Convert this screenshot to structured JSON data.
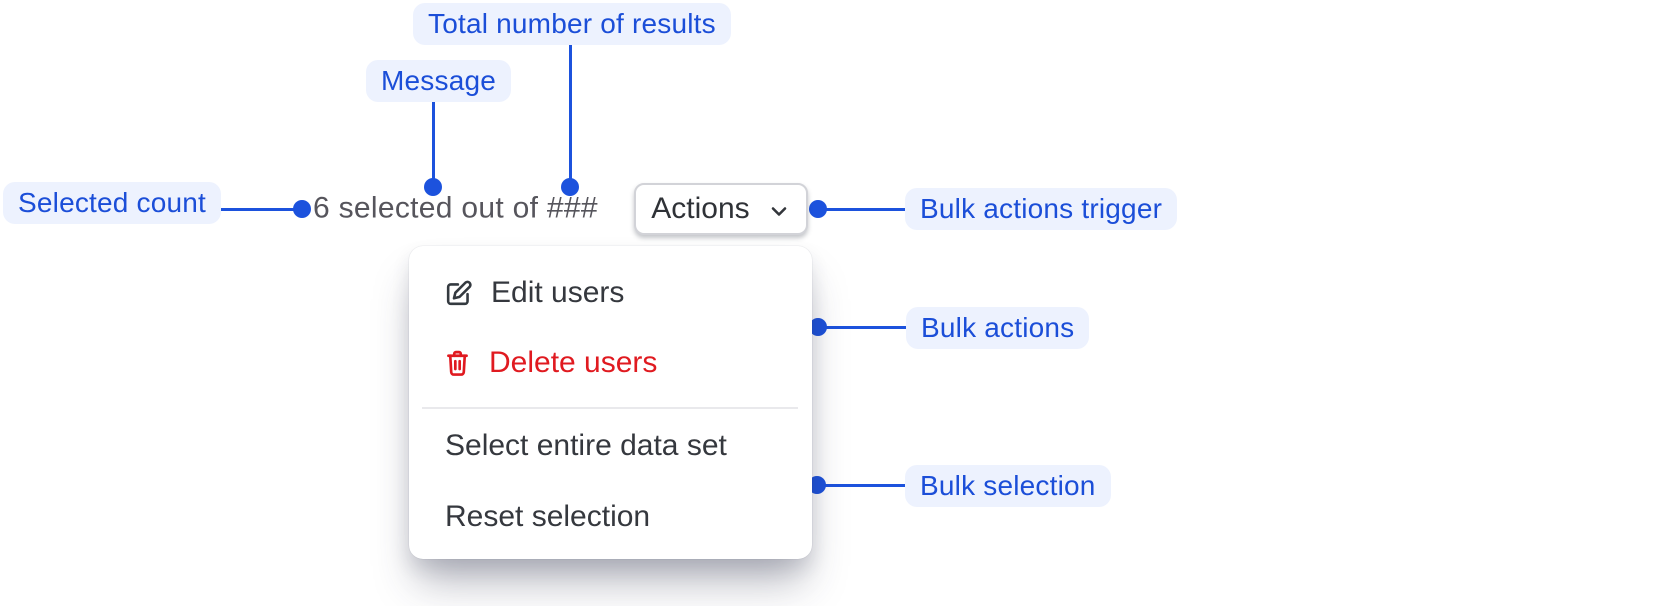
{
  "colors": {
    "annotation_bg": "#edf2fe",
    "annotation_text": "#1b4ed8",
    "connector_blue": "#1c52dd",
    "danger_red": "#e01a20",
    "menu_text": "#35383e",
    "message_text": "#56555c",
    "button_border": "#d2d3d8"
  },
  "annotations": {
    "total_results": "Total number of results",
    "message": "Message",
    "selected_count": "Selected count",
    "bulk_actions_trigger": "Bulk actions trigger",
    "bulk_actions": "Bulk actions",
    "bulk_selection": "Bulk selection"
  },
  "bulk_bar": {
    "selected_count": "6",
    "message": "6 selected out of ###",
    "actions_button": "Actions"
  },
  "menu": {
    "items": [
      {
        "label": "Edit users",
        "icon": "edit-icon",
        "danger": false
      },
      {
        "label": "Delete users",
        "icon": "trash-icon",
        "danger": true
      },
      {
        "label": "Select entire data set",
        "danger": false
      },
      {
        "label": "Reset selection",
        "danger": false
      }
    ]
  }
}
